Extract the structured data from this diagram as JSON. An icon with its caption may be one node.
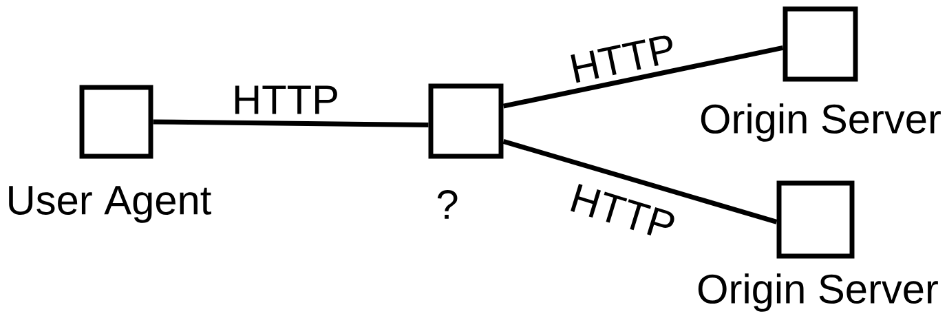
{
  "diagram": {
    "nodes": [
      {
        "text": [
          "User Agent"
        ]
      },
      {
        "text": [
          "?"
        ]
      },
      {
        "text": [
          "Origin Server"
        ]
      },
      {
        "text": [
          "Origin Server"
        ]
      }
    ],
    "edges": [
      {
        "from": 0,
        "to": 1,
        "arrow": "none",
        "label": "HTTP"
      },
      {
        "from": 1,
        "to": 2,
        "arrow": "none",
        "label": "HTTP"
      },
      {
        "from": 1,
        "to": 3,
        "arrow": "none",
        "label": "HTTP"
      }
    ]
  }
}
